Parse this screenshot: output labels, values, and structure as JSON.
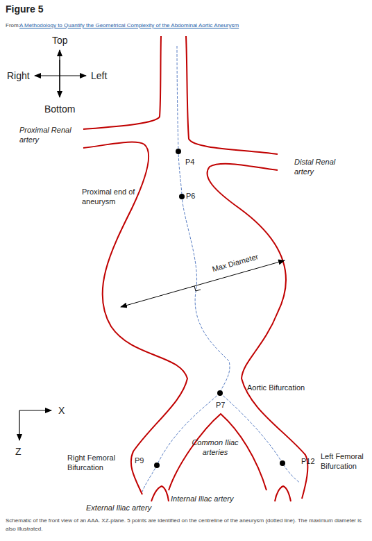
{
  "diagram": {
    "title": "Figure 5",
    "caption": "Schematic of the front view of an AAA. XZ-plane. 5 points are identified on the centreline of the aneurysm (dotted line). The maximum diameter is also illustrated.",
    "labels": [
      "From:",
      "A Methodology to Quantify the Geometrical Complexity of the Abdominal Aortic Aneurysm",
      "Top",
      "Right",
      "Left",
      "Bottom",
      "Proximal Renal artery",
      "P4",
      "Distal Renal artery",
      "Proximal end of aneurysm",
      "P6",
      "Max Diameter",
      "Aortic Bifurcation",
      "X",
      "Z",
      "P7",
      "Common Iliac arteries",
      "Right Femoral Bifurcation",
      "P9",
      "P12",
      "Left Femoral Bifurcation",
      "External Iliac artery",
      "Internal Iliac artery"
    ]
  }
}
